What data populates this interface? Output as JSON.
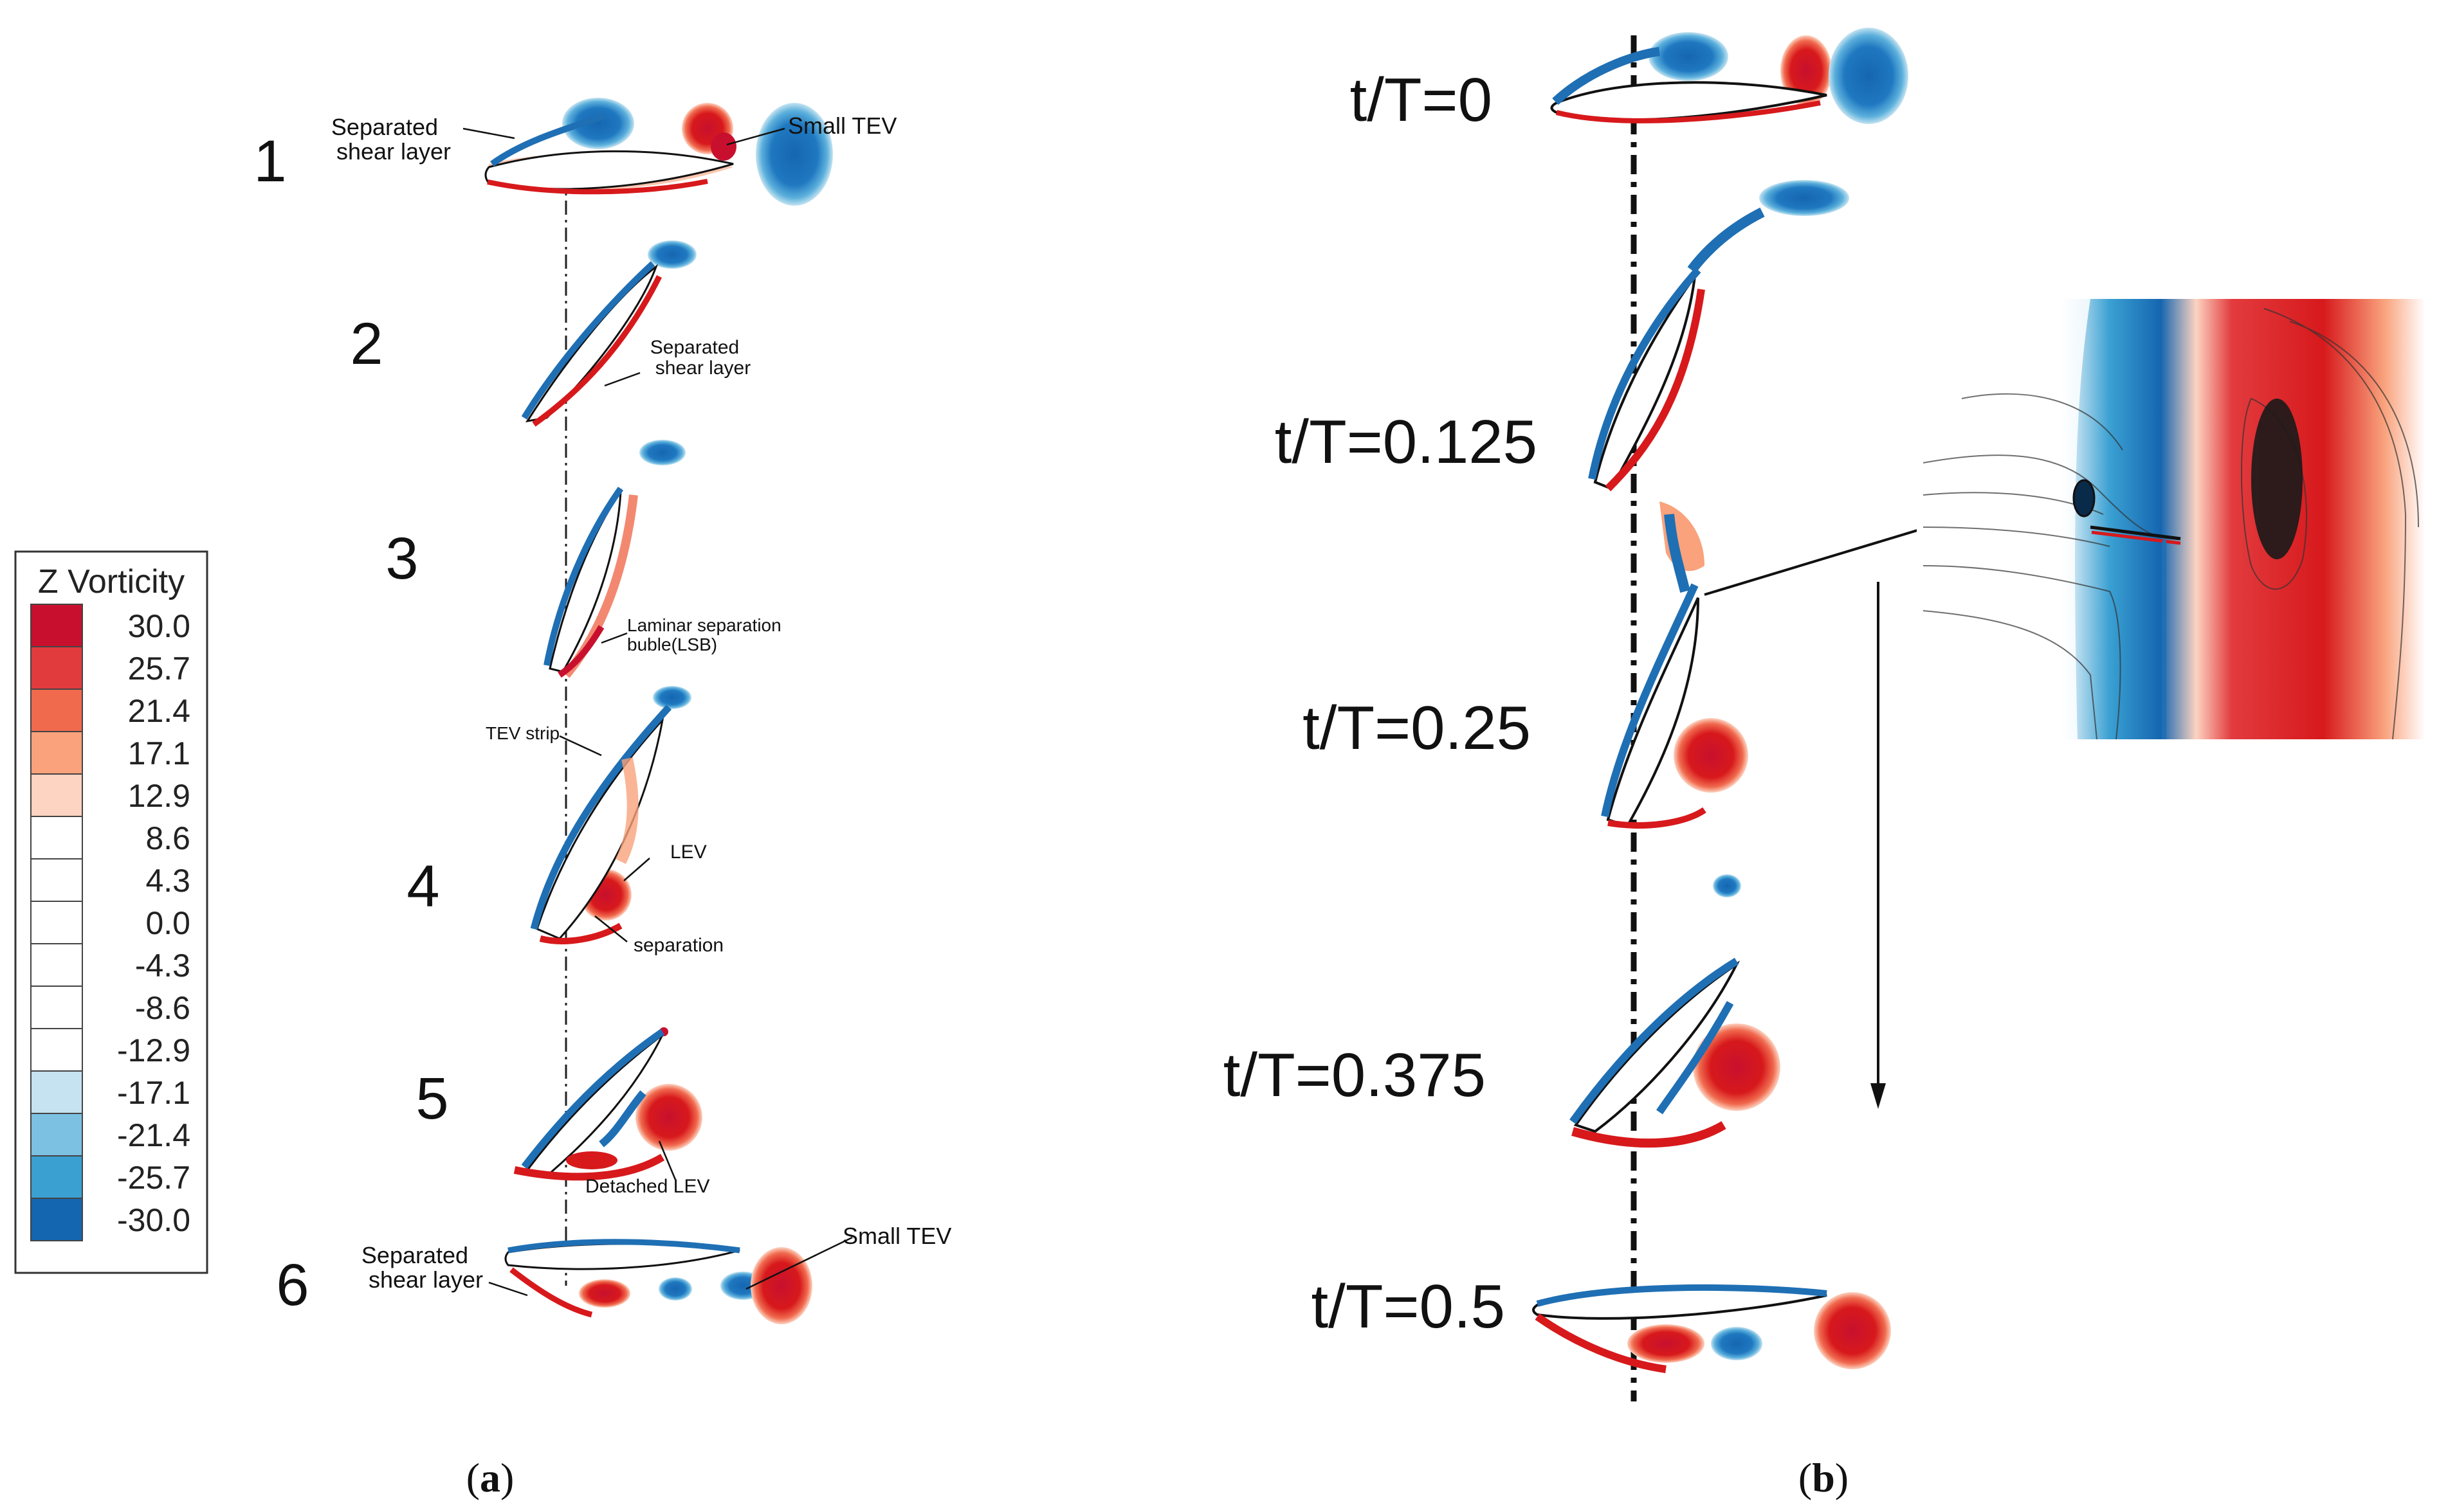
{
  "legend": {
    "title": "Z Vorticity",
    "levels": [
      {
        "value": "30.0",
        "color": "#c8102e"
      },
      {
        "value": "25.7",
        "color": "#e23b3e"
      },
      {
        "value": "21.4",
        "color": "#f06a4e"
      },
      {
        "value": "17.1",
        "color": "#f9a27c"
      },
      {
        "value": "12.9",
        "color": "#fdd3c1"
      },
      {
        "value": "8.6",
        "color": "#ffffff"
      },
      {
        "value": "4.3",
        "color": "#ffffff"
      },
      {
        "value": "0.0",
        "color": "#ffffff"
      },
      {
        "value": "-4.3",
        "color": "#ffffff"
      },
      {
        "value": "-8.6",
        "color": "#ffffff"
      },
      {
        "value": "-12.9",
        "color": "#ffffff"
      },
      {
        "value": "-17.1",
        "color": "#c5e3f1"
      },
      {
        "value": "-21.4",
        "color": "#7cc1e2"
      },
      {
        "value": "-25.7",
        "color": "#3aa0d2"
      },
      {
        "value": "-30.0",
        "color": "#1566b0"
      }
    ]
  },
  "panel_a": {
    "caption_letter": "a",
    "frames": [
      "1",
      "2",
      "3",
      "4",
      "5",
      "6"
    ],
    "annotations": {
      "separated_1a": "Separated",
      "separated_1b": "shear layer",
      "small_tev_1": "Small TEV",
      "separated_2a": "Separated",
      "separated_2b": "shear layer",
      "lsb_a": "Laminar separation",
      "lsb_b": "buble(LSB)",
      "tev_strip": "TEV strip",
      "lev": "LEV",
      "separation": "separation",
      "detached_lev": "Detached LEV",
      "separated_6a": "Separated",
      "separated_6b": "shear layer",
      "small_tev_6": "Small TEV"
    }
  },
  "panel_b": {
    "caption_letter": "b",
    "times": [
      "t/T=0",
      "t/T=0.125",
      "t/T=0.25",
      "t/T=0.375",
      "t/T=0.5"
    ]
  },
  "colors": {
    "positive": "#d7191c",
    "negative": "#1f6fb4"
  }
}
